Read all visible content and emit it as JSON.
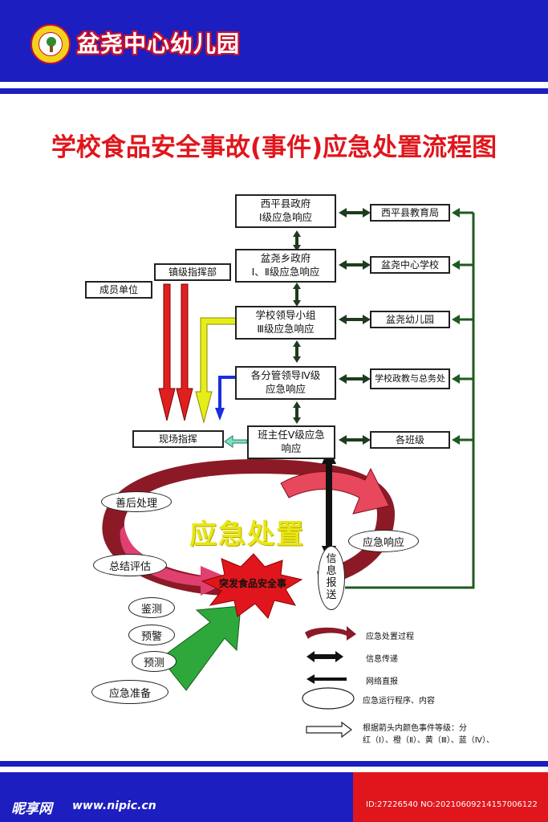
{
  "header": {
    "school_name": "盆尧中心幼儿园",
    "logo_icon": "kindergarten-logo-icon"
  },
  "title": "学校食品安全事故(事件)应急处置流程图",
  "levels": [
    {
      "line1": "西平县政府",
      "line2": "Ⅰ级应急响应"
    },
    {
      "line1": "盆尧乡政府",
      "line2": "Ⅰ、Ⅱ级应急响应"
    },
    {
      "line1": "学校领导小组",
      "line2": "Ⅲ级应急响应"
    },
    {
      "line1": "各分管领导Ⅳ级",
      "line2": "应急响应"
    },
    {
      "line1": "班主任Ⅴ级应急",
      "line2": "响应"
    }
  ],
  "right_units": [
    "西平县教育局",
    "盆尧中心学校",
    "盆尧幼儿园",
    "学校政教与总务处",
    "各班级"
  ],
  "left": {
    "town_command": "镇级指挥部",
    "member_units": "成员单位",
    "site_command": "现场指挥"
  },
  "cycle": {
    "center": "应急处置",
    "event": "突发食品安全事",
    "aftermath": "善后处理",
    "evaluation": "总结评估",
    "response": "应急响应",
    "info_report": [
      "信",
      "息",
      "报",
      "送"
    ],
    "monitor": "鉴测",
    "warning": "预警",
    "forecast": "预测",
    "prepare": "应急准备"
  },
  "legend": {
    "process": "应急处置过程",
    "transfer": "信息传递",
    "direct": "网络直报",
    "program": "应急运行程序、内容",
    "color_note_1": "根据箭头内颜色事件等级：分",
    "color_note_2": "红（Ⅰ）、橙（Ⅱ）、黄（Ⅲ）、蓝（Ⅳ）、"
  },
  "watermark": {
    "brand": "昵享网",
    "site": "www.nipic.cn",
    "id": "ID:27226540 NO:20210609214157006122"
  },
  "colors": {
    "blue": "#1c1ec0",
    "red": "#e0161c",
    "dark_green": "#1f5a1f",
    "arrow_red": "#e02020",
    "arrow_yellow": "#e6ee1a",
    "arrow_blue": "#1a2ee0"
  }
}
